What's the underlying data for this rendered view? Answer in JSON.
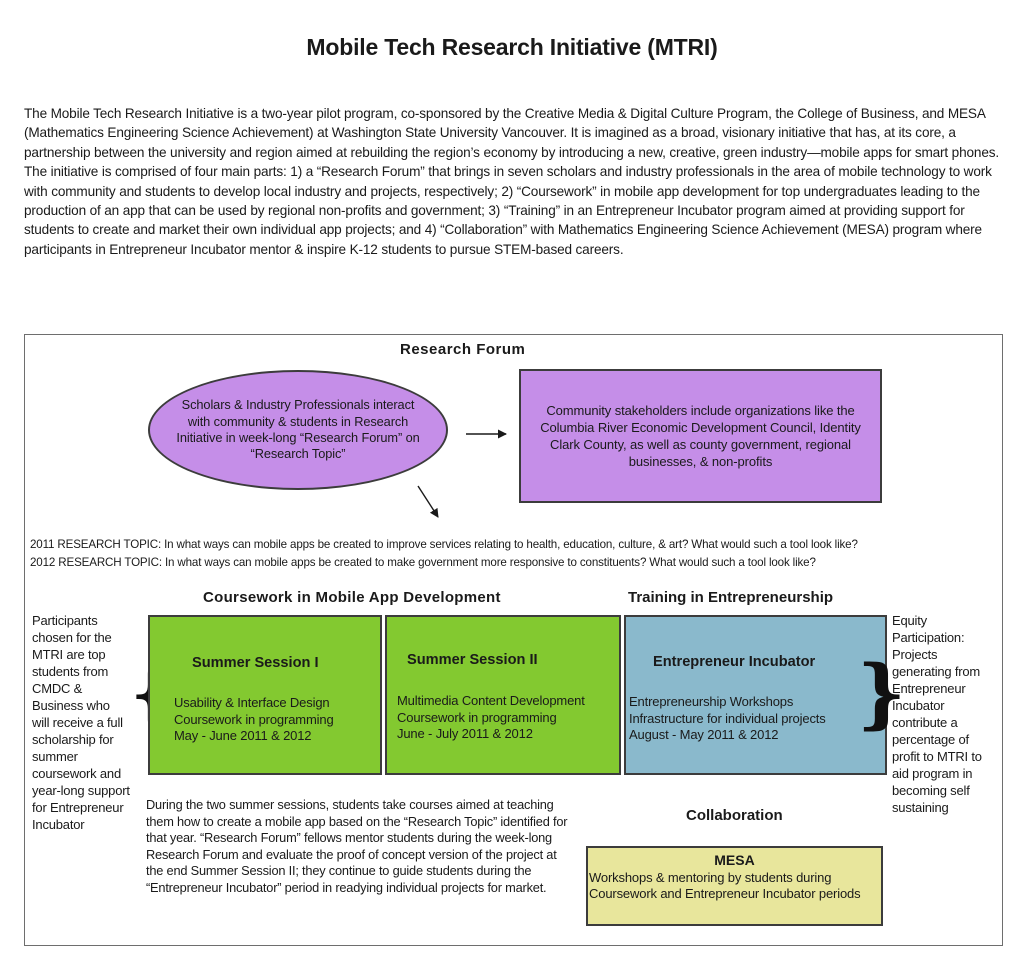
{
  "title": "Mobile Tech Research Initiative (MTRI)",
  "intro": "The Mobile Tech Research Initiative is a two-year pilot program, co-sponsored by the Creative Media & Digital Culture Program, the College of Business, and MESA (Mathematics Engineering Science Achievement) at Washington State University Vancouver. It is imagined as a broad, visionary initiative that has, at its core, a partnership between the university and region aimed at rebuilding the region’s economy by introducing a new, creative, green industry—mobile apps for smart phones. The initiative is comprised of four main parts: 1) a “Research Forum” that brings in seven scholars and industry professionals in the area of mobile technology to work with community and students to develop local industry and projects, respectively; 2) “Coursework” in mobile app development for top undergraduates leading to the production of an app that can be used by regional non-profits and government; 3) “Training” in an Entrepreneur Incubator program aimed at providing support for students to create and market their own individual app projects; and 4) “Collaboration” with Mathematics Engineering Science Achievement (MESA) program where participants in Entrepreneur Incubator mentor & inspire K-12 students to pursue STEM-based careers.",
  "diagram": {
    "research_forum": {
      "heading": "Research Forum",
      "scholars": "Scholars & Industry Professionals interact with community & students in Research Initiative in week-long “Research Forum” on “Research Topic”",
      "stakeholders": "Community stakeholders include organizations like the Columbia River Economic Development Council, Identity Clark County, as well as county government, regional businesses, & non-profits"
    },
    "topics": {
      "t2011": "2011 RESEARCH TOPIC: In what ways can mobile apps be created to improve services relating to health, education, culture, & art? What would such a tool look like?",
      "t2012": "2012 RESEARCH TOPIC: In what ways can mobile apps be created to make government more responsive to constituents? What would such a tool look like?"
    },
    "coursework_heading": "Coursework in Mobile App Development",
    "training_heading": "Training in Entrepreneurship",
    "participants": "Participants chosen for the MTRI are top students from CMDC & Business who will receive a full scholarship for summer coursework and year-long support for Entrepreneur Incubator",
    "equity": "Equity Participation: Projects generating from Entrepreneur Incubator contribute a percentage of profit to MTRI to aid program in becoming self sustaining",
    "session1": {
      "title": "Summer Session I",
      "line1": "Usability & Interface Design",
      "line2": "Coursework in programming",
      "line3": "May - June 2011 & 2012"
    },
    "session2": {
      "title": "Summer Session II",
      "line1": "Multimedia Content Development",
      "line2": "Coursework in programming",
      "line3": "June - July 2011 & 2012"
    },
    "incubator": {
      "title": "Entrepreneur Incubator",
      "line1": "Entrepreneurship Workshops",
      "line2": "Infrastructure for individual projects",
      "line3": "August - May 2011 & 2012"
    },
    "summary": "During the two summer sessions, students take courses aimed at teaching them how to create a mobile app based on the “Research Topic” identified for that year. “Research Forum” fellows mentor students during the week-long Research Forum and evaluate the proof of concept version of the project at the end Summer Session II; they continue to guide students during the “Entrepreneur Incubator” period in readying individual projects for market.",
    "collaboration_heading": "Collaboration",
    "mesa": {
      "title": "MESA",
      "body": "Workshops & mentoring by students during Coursework and Entrepreneur Incubator periods"
    }
  },
  "colors": {
    "purple": "#c58ee8",
    "green": "#83c930",
    "blue": "#8ab9cc",
    "yellow": "#e8e69c"
  }
}
